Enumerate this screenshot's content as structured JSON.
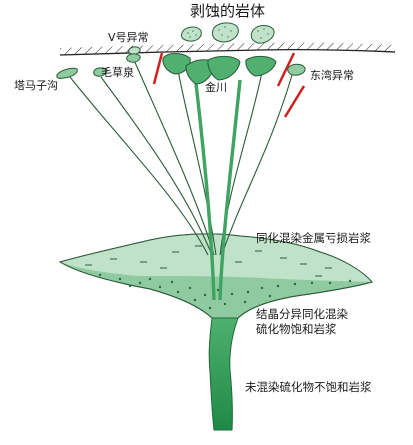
{
  "labels": {
    "eroded": "剥蚀的岩体",
    "v_anomaly": "V号异常",
    "maocaoquan": "毛草泉",
    "tamazigou": "塔马子沟",
    "jinchuan": "金川",
    "dongwan": "东湾异常",
    "magma_upper": "同化混染金属亏损岩浆",
    "magma_mid_1": "结晶分异同化混染",
    "magma_mid_2": "硫化物饱和岩浆",
    "magma_lower": "未混染硫化物不饱和岩浆"
  },
  "colors": {
    "magma_light": "#bfe2c8",
    "magma_mid": "#8fcaa0",
    "magma_dark": "#2e9a55",
    "fault": "#d11f1f",
    "outline": "#2c5a3a"
  }
}
